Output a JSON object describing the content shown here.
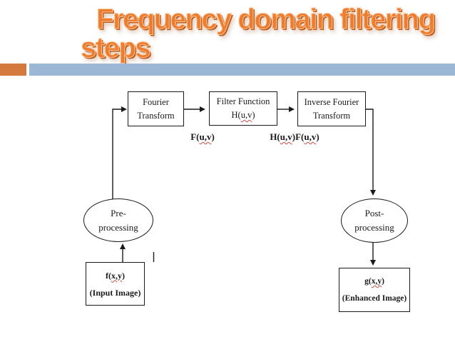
{
  "title": {
    "line1": "Frequency domain filtering",
    "line2": "steps"
  },
  "colors": {
    "title_orange": "#ED7C2F",
    "accent_bar_orange": "#D47A3E",
    "accent_bar_blue": "#9CB6D5",
    "spellcheck_red": "#D24A43",
    "connector_black": "#1A1A1A"
  },
  "diagram": {
    "box_fourier": {
      "line1": "Fourier",
      "line2": "Transform"
    },
    "box_filter": {
      "line1": "Filter Function",
      "formula": {
        "p1": "H(",
        "var1": "u,v",
        "p2": ")"
      }
    },
    "box_inverse": {
      "line1": "Inverse Fourier",
      "line2": "Transform"
    },
    "label_fuv": {
      "p1": "F(",
      "var1": "u,v",
      "p2": ")"
    },
    "label_huvfuv": {
      "p1": "H(",
      "var1": "u,v",
      "p2": ")F(",
      "var2": "u,v",
      "p3": ")"
    },
    "ellipse_pre": {
      "line1": "Pre-",
      "line2": "processing"
    },
    "ellipse_post": {
      "line1": "Post-",
      "line2": "processing"
    },
    "box_input": {
      "formula": {
        "p1": "f(",
        "var1": "x,y",
        "p2": ")"
      },
      "caption": "(Input Image)"
    },
    "box_output": {
      "formula": {
        "p1": "g(",
        "var1": "x,y",
        "p2": ")"
      },
      "caption": "(Enhanced Image)"
    }
  }
}
